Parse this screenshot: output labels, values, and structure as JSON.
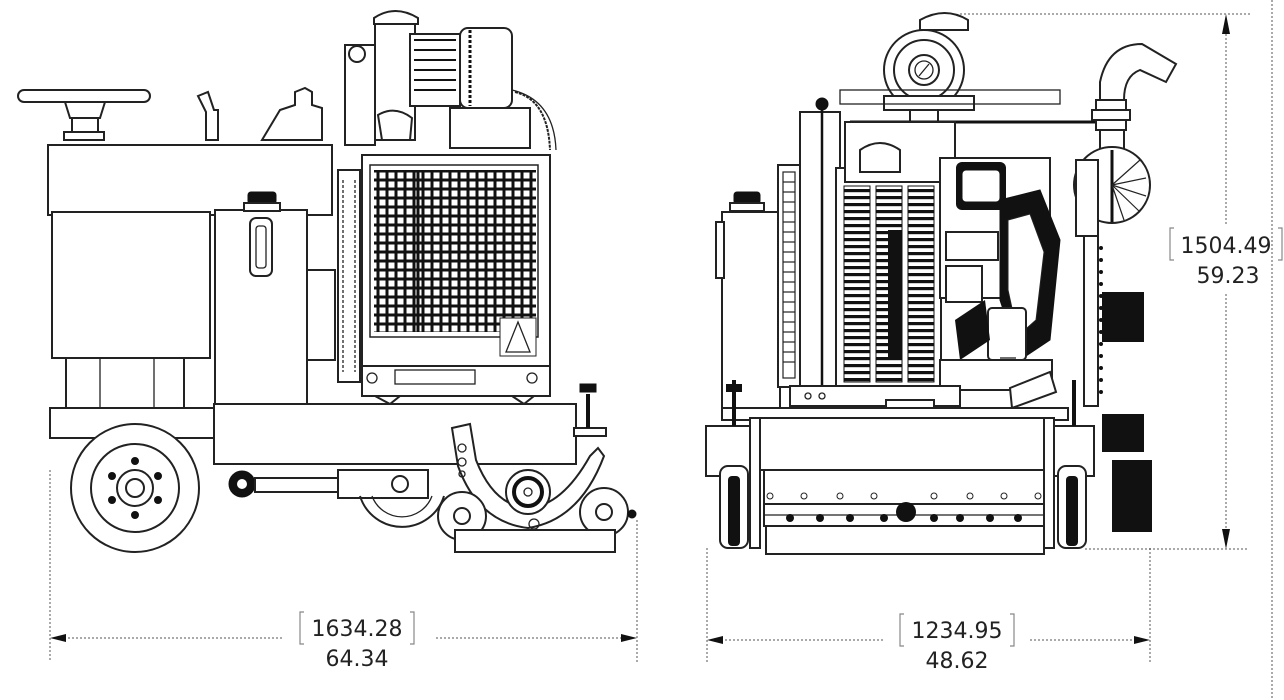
{
  "drawing": {
    "type": "engineering-dimension-drawing",
    "views": [
      {
        "name": "side-view",
        "label": ""
      },
      {
        "name": "front-view",
        "label": ""
      }
    ],
    "dimensions": {
      "length": {
        "mm": "1634.28",
        "in": "64.34",
        "orientation": "horizontal",
        "view": "side-view"
      },
      "width": {
        "mm": "1234.95",
        "in": "48.62",
        "orientation": "horizontal",
        "view": "front-view"
      },
      "height": {
        "mm": "1504.49",
        "in": "59.23",
        "orientation": "vertical",
        "view": "front-view"
      }
    },
    "colors": {
      "line": "#222222",
      "background": "#ffffff"
    }
  }
}
